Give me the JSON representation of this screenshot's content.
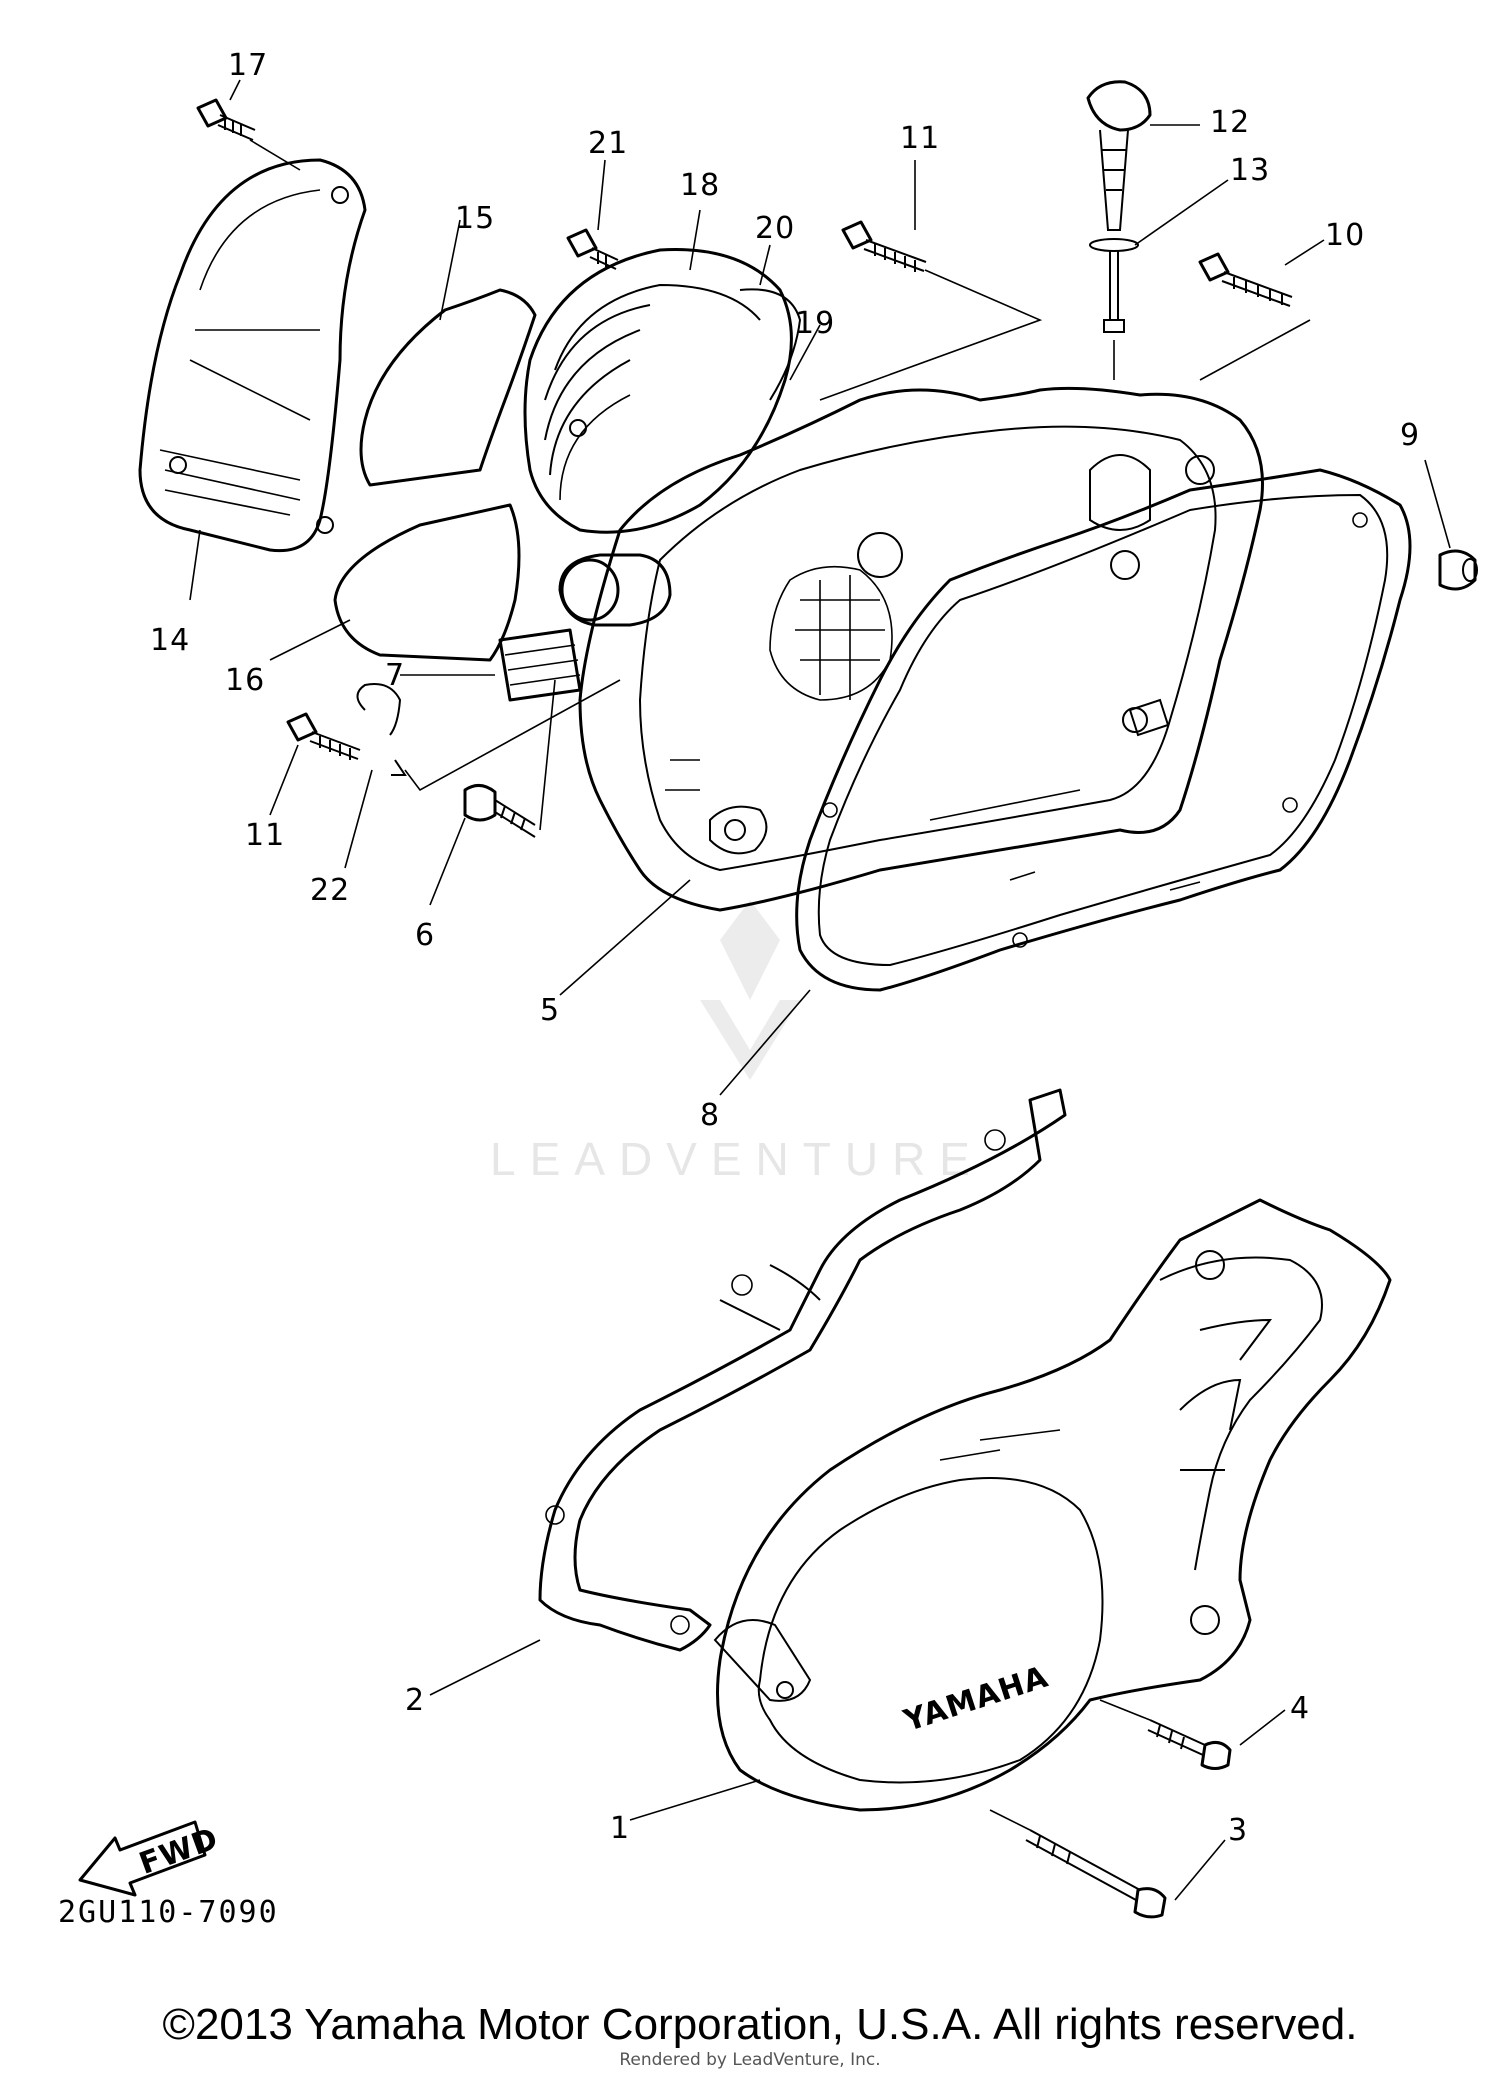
{
  "diagram": {
    "watermark": "LEADVENTURE",
    "callouts": [
      "1",
      "2",
      "3",
      "4",
      "5",
      "6",
      "7",
      "8",
      "9",
      "10",
      "11",
      "11",
      "12",
      "13",
      "14",
      "15",
      "16",
      "17",
      "18",
      "19",
      "20",
      "21",
      "22"
    ],
    "cover_logo": "YAMAHA",
    "fwd_label": "FWD",
    "part_code": "2GU110-7090"
  },
  "footer": {
    "copyright": "©2013 Yamaha Motor Corporation, U.S.A. All rights reserved.",
    "rendered_by": "Rendered by LeadVenture, Inc."
  }
}
